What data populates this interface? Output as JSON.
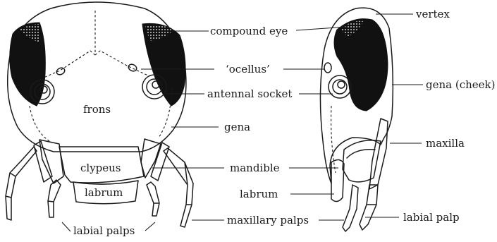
{
  "labels": {
    "vertex": "vertex",
    "compound_eye": "compound eye",
    "ocellus": "‘ocellus’",
    "gena_cheek": "gena (cheek)",
    "antennal_socket": "antennal socket",
    "frons": "frons",
    "gena": "gena",
    "maxilla": "maxilla",
    "clypeus": "clypeus",
    "mandible": "mandible",
    "labrum_front": "labrum",
    "labrum_side": "labrum",
    "labial_palp": "labial palp",
    "maxillary_palps": "maxillary palps",
    "labial_palps": "labial palps"
  },
  "colors": {
    "ink": "#1a1a1a",
    "eye_fill": "#111111",
    "background": "#ffffff"
  }
}
